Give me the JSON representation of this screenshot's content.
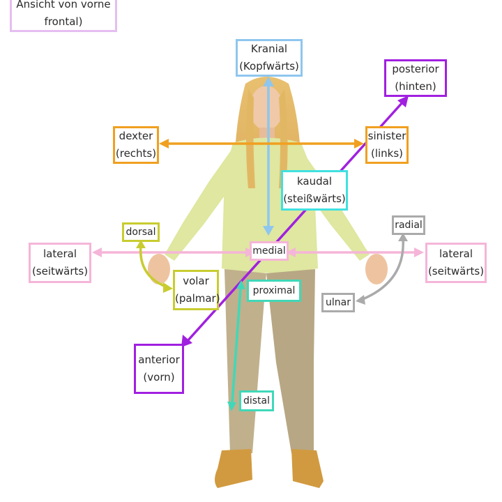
{
  "colors": {
    "vertical_axis": "#8ec6ee",
    "transverse_axis": "#f0a020",
    "sagittal_axis": "#a020e0",
    "lateral_axis": "#f5b5d8",
    "hand_dorsal_volar": "#c8cc30",
    "hand_radial_ulnar": "#aaaaaa",
    "limb_proximal_distal": "#40d8b8",
    "caudal_box": "#40e0e0",
    "view_box": "#e4bef0"
  },
  "labels": {
    "view": [
      "Ansicht von vorne",
      "frontal)"
    ],
    "kranial": [
      "Kranial",
      "(Kopfwärts)"
    ],
    "posterior": [
      "posterior",
      "(hinten)"
    ],
    "dexter": [
      "dexter",
      "(rechts)"
    ],
    "sinister": [
      "sinister",
      "(links)"
    ],
    "kaudal": [
      "kaudal",
      "(steißwärts)"
    ],
    "dorsal": "dorsal",
    "radial": "radial",
    "lateral_left": [
      "lateral",
      "(seitwärts)"
    ],
    "medial": "medial",
    "lateral_right": [
      "lateral",
      "(seitwärts)"
    ],
    "volar": [
      "volar",
      "(palmar)"
    ],
    "proximal": "proximal",
    "ulnar": "ulnar",
    "anterior": [
      "anterior",
      "(vorn)"
    ],
    "distal": "distal"
  }
}
